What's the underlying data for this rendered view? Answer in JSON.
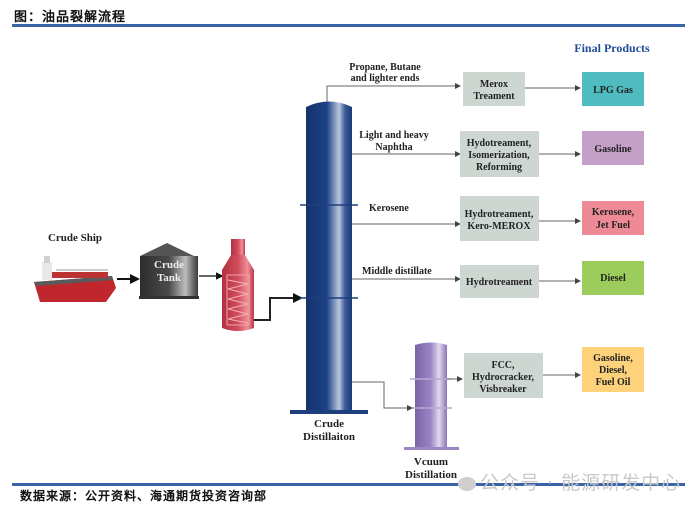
{
  "header": {
    "title": "图：油品裂解流程"
  },
  "footer": {
    "source": "数据来源：公开资料、海通期货投资咨询部"
  },
  "watermark": {
    "text": "公众号 · 能源研发中心"
  },
  "final_products_heading": "Final Products",
  "feed": {
    "ship_label": "Crude Ship",
    "tank_line1": "Crude",
    "tank_line2": "Tank",
    "crude_col_line1": "Crude",
    "crude_col_line2": "Distillaiton",
    "vac_col_line1": "Vcuum",
    "vac_col_line2": "Distillation"
  },
  "streams": [
    {
      "label": [
        "Propane, Butane",
        "and lighter ends"
      ],
      "process": [
        "Merox",
        "Treament"
      ],
      "product": [
        "LPG Gas"
      ],
      "color": "#4fbdbf"
    },
    {
      "label": [
        "Light and heavy",
        "Naphtha"
      ],
      "process": [
        "Hydotreament,",
        "Isomerization,",
        "Reforming"
      ],
      "product": [
        "Gasoline"
      ],
      "color": "#c4a0c8"
    },
    {
      "label": [
        "Kerosene"
      ],
      "process": [
        "Hydrotreament,",
        "Kero-MEROX"
      ],
      "product": [
        "Kerosene,",
        "Jet Fuel"
      ],
      "color": "#ee8a96"
    },
    {
      "label": [
        "Middle distillate"
      ],
      "process": [
        "Hydrotreament"
      ],
      "product": [
        "Diesel"
      ],
      "color": "#9ccc5c"
    },
    {
      "label": [],
      "process": [
        "FCC,",
        "Hydrocracker,",
        "Visbreaker"
      ],
      "product": [
        "Gasoline,",
        "Diesel,",
        "Fuel Oil"
      ],
      "color": "#fdd27a"
    }
  ],
  "colors": {
    "process_box": "#cdd6d1",
    "crude_column": "#1d3f7e",
    "vacuum_column": "#9a86c0",
    "heater": "#c9414f",
    "rule": "#3a64a8"
  }
}
